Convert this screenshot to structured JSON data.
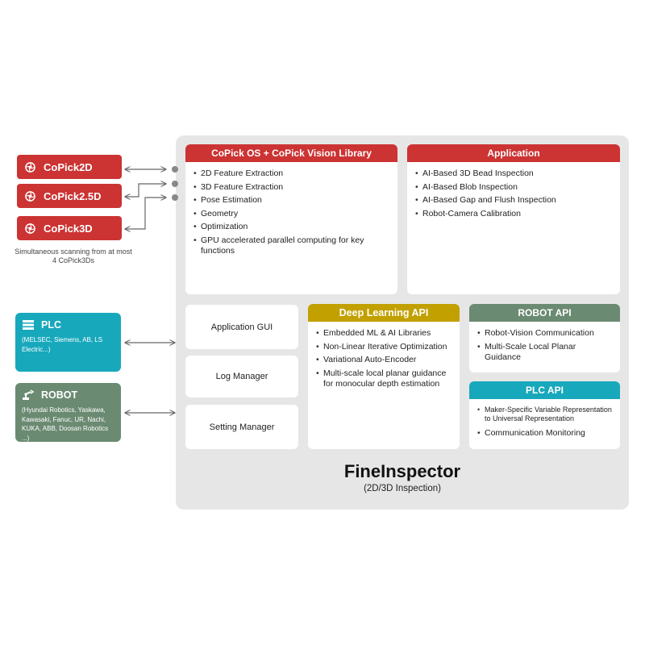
{
  "sensors": {
    "items": [
      {
        "label": "CoPick2D"
      },
      {
        "label": "CoPick2.5D"
      },
      {
        "label": "CoPick3D"
      }
    ],
    "note": "Simultaneous scanning from at most 4 CoPick3Ds"
  },
  "plc_box": {
    "title": "PLC",
    "description": "(MELSEC, Siemens, AB, LS Electric...)"
  },
  "robot_box": {
    "title": "ROBOT",
    "description": "(Hyundai Robotics, Yaskawa, Kawasaki, Fanuc, UR, Nachi, KUKA, ABB, Doosan Robotics ...)"
  },
  "os_library": {
    "title": "CoPick OS + CoPick Vision Library",
    "items": [
      "2D Feature Extraction",
      "3D Feature Extraction",
      "Pose Estimation",
      "Geometry",
      "Optimization",
      "GPU accelerated parallel computing for key functions"
    ]
  },
  "application": {
    "title": "Application",
    "items": [
      "AI-Based 3D Bead Inspection",
      "AI-Based Blob Inspection",
      "AI-Based Gap and Flush Inspection",
      "Robot-Camera Calibration"
    ]
  },
  "modules": {
    "app_gui": "Application GUI",
    "log_manager": "Log Manager",
    "setting_manager": "Setting Manager"
  },
  "deep_learning_api": {
    "title": "Deep Learning API",
    "items": [
      "Embedded ML & AI Libraries",
      "Non-Linear Iterative Optimization",
      "Variational Auto-Encoder",
      "Multi-scale local planar guidance for monocular depth estimation"
    ]
  },
  "robot_api": {
    "title": "ROBOT API",
    "items": [
      "Robot-Vision Communication",
      "Multi-Scale Local Planar Guidance"
    ]
  },
  "plc_api": {
    "title": "PLC API",
    "items": [
      "Maker-Specific Variable Representation to Universal Representation",
      "Communication Monitoring"
    ]
  },
  "product": {
    "name": "FineInspector",
    "subtitle": "(2D/3D Inspection)"
  },
  "colors": {
    "red": "#cc3333",
    "gold": "#c2a000",
    "gray_green": "#6b8a72",
    "teal": "#18a8bc",
    "panel": "#e6e6e6"
  }
}
